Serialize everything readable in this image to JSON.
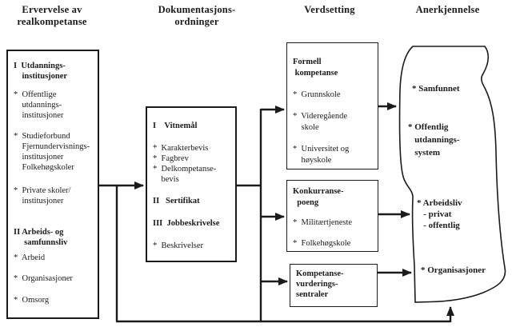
{
  "figure": {
    "columns": [
      {
        "id": "acquisition",
        "title": "Ervervelse av\nrealkompetanse"
      },
      {
        "id": "documentation",
        "title": "Dokumentasjons-\nordninger"
      },
      {
        "id": "valuation",
        "title": "Verdsetting"
      },
      {
        "id": "recognition",
        "title": "Anerkjennelse"
      }
    ]
  },
  "acquisition_box": {
    "heading_education": "I  Utdannings-\n    institusjoner",
    "items_education": [
      "*  Offentlige\n    utdannings-\n    institusjoner",
      "*  Studieforbund\n    Fjernundervisnings-\n    institusjoner\n    Folkehøgskoler",
      "*  Private skoler/\n    institusjoner"
    ],
    "heading_worklife": "II Arbeids- og\n     samfunnsliv",
    "items_worklife": [
      "*  Arbeid",
      "*  Organisasjoner",
      "*  Omsorg"
    ]
  },
  "documentation_box": {
    "heading_vitnemal": "I    Vitnemål",
    "items_vitnemal": "*  Karakterbevis\n*  Fagbrev\n*  Delkompetanse-\n    bevis",
    "heading_sertifikat": "II   Sertifikat",
    "heading_jobbeskrivelse": "III  Jobbeskrivelse",
    "item_beskrivelser": "*  Beskrivelser"
  },
  "valuation_boxes": {
    "formell": {
      "heading": "Formell\n kompetanse",
      "items": [
        "*  Grunnskole",
        "*  Videregående\n    skole",
        "*  Universitet og\n    høyskole"
      ]
    },
    "konkurranse": {
      "heading": "Konkurranse-\n  poeng",
      "items": [
        "*  Militærtjeneste",
        "*  Folkehøgskole"
      ]
    },
    "sentraler": {
      "heading": "Kompetanse-\nvurderings-\nsentraler"
    }
  },
  "recognition_scroll": {
    "items": [
      "* Samfunnet",
      "* Offentlig\n   utdannings-\n   system",
      "* Arbeidsliv\n   - privat\n   - offentlig",
      "* Organisasjoner"
    ]
  },
  "colors": {
    "ink": "#1b1b1b",
    "paper": "#ffffff"
  }
}
